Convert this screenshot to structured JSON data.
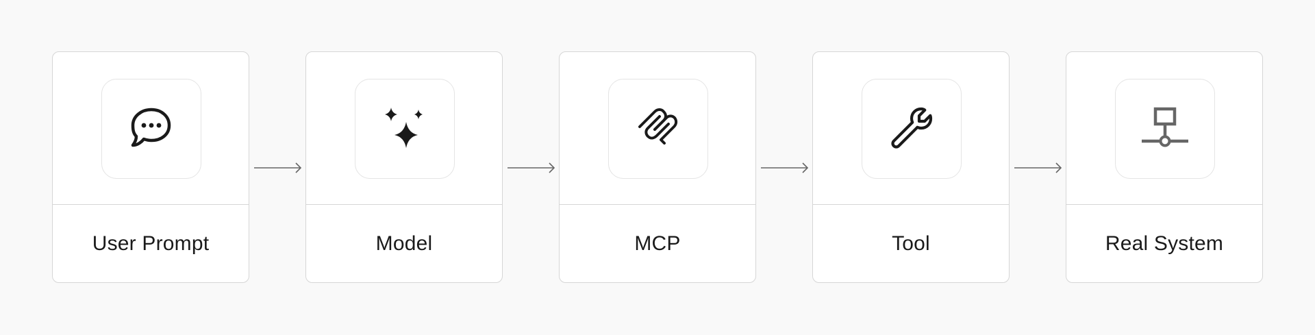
{
  "diagram": {
    "nodes": [
      {
        "label": "User Prompt",
        "icon": "chat-bubble-icon"
      },
      {
        "label": "Model",
        "icon": "sparkles-icon"
      },
      {
        "label": "MCP",
        "icon": "mcp-logo-icon"
      },
      {
        "label": "Tool",
        "icon": "wrench-icon"
      },
      {
        "label": "Real System",
        "icon": "network-icon"
      }
    ],
    "edges": [
      {
        "from": "User Prompt",
        "to": "Model"
      },
      {
        "from": "Model",
        "to": "MCP"
      },
      {
        "from": "MCP",
        "to": "Tool"
      },
      {
        "from": "Tool",
        "to": "Real System"
      }
    ]
  },
  "colors": {
    "background": "#f9f9f9",
    "card": "#ffffff",
    "border": "#d6d6d6",
    "icon": "#1a1a1a",
    "network_icon": "#666666",
    "arrow": "#666666",
    "text": "#1a1a1a"
  }
}
